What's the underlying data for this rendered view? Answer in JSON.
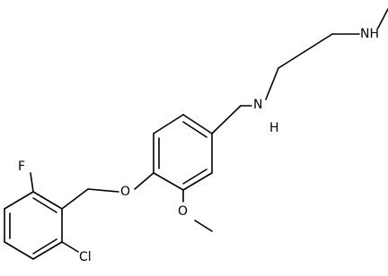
{
  "molecule": {
    "atoms": {
      "f": "F",
      "o_ether": "O",
      "o_methoxy": "O",
      "n_secondary": "N",
      "h_secondary": "H",
      "nh_terminal": "NH",
      "cl": "Cl"
    },
    "colors": {
      "bond": "#000000",
      "label": "#000000",
      "background": "#ffffff"
    }
  }
}
